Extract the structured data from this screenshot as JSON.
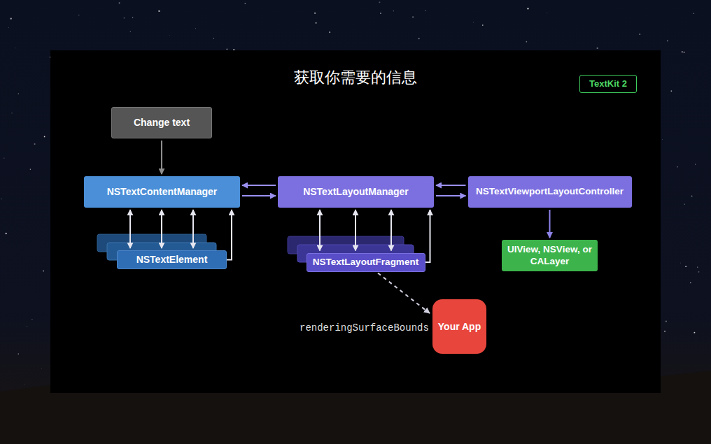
{
  "diagram": {
    "title": "获取你需要的信息",
    "nodes": [
      {
        "text": [
          "TextKit 2"
        ]
      },
      {
        "text": [
          "Change text"
        ]
      },
      {
        "text": [
          "NSTextContentManager"
        ]
      },
      {
        "text": [
          "NSTextLayoutManager"
        ]
      },
      {
        "text": [
          "NSTextViewportLayoutController"
        ]
      },
      {
        "text": [
          "UIView, NSView, or CALayer"
        ]
      },
      {
        "text": [
          "NSTextElement"
        ]
      },
      {
        "text": [
          "NSTextLayoutFragment"
        ]
      },
      {
        "text": [
          "Your App"
        ]
      }
    ],
    "edges": [
      {
        "from": 1,
        "to": 2,
        "arrow": "to"
      },
      {
        "from": 3,
        "to": 2,
        "arrow": "to"
      },
      {
        "from": 2,
        "to": 3,
        "arrow": "to"
      },
      {
        "from": 4,
        "to": 3,
        "arrow": "to"
      },
      {
        "from": 3,
        "to": 4,
        "arrow": "to"
      },
      {
        "from": 4,
        "to": 5,
        "arrow": "to"
      },
      {
        "from": 2,
        "to": 6,
        "arrow": "both"
      },
      {
        "from": 2,
        "to": 6,
        "arrow": "both"
      },
      {
        "from": 2,
        "to": 6,
        "arrow": "both"
      },
      {
        "from": 6,
        "to": 2,
        "arrow": "to"
      },
      {
        "from": 3,
        "to": 7,
        "arrow": "both"
      },
      {
        "from": 3,
        "to": 7,
        "arrow": "both"
      },
      {
        "from": 3,
        "to": 7,
        "arrow": "both"
      },
      {
        "from": 7,
        "to": 3,
        "arrow": "to"
      },
      {
        "from": 7,
        "to": 8,
        "arrow": "to"
      }
    ],
    "labels": [
      "renderingSurfaceBounds"
    ]
  }
}
